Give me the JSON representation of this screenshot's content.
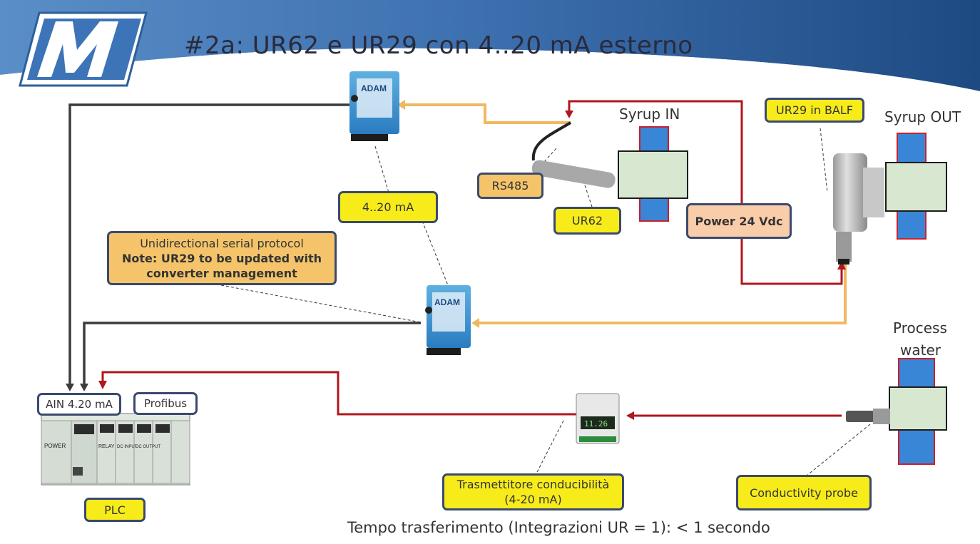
{
  "title": "#2a: UR62 e UR29 con 4..20 mA esterno",
  "labels": {
    "syrup_in": "Syrup IN",
    "syrup_out": "Syrup OUT",
    "ur29_balf": "UR29 in BALF",
    "rs485": "RS485",
    "ur62": "UR62",
    "power": "Power 24 Vdc",
    "ma_4_20": "4..20 mA",
    "protocol_line1": "Unidirectional serial protocol",
    "protocol_line2": "Note: UR29 to be updated with",
    "protocol_line3": "converter management",
    "ain": "AIN 4.20 mA",
    "profibus": "Profibus",
    "plc": "PLC",
    "process_water_1": "Process",
    "process_water_2": "water",
    "transmitter_line1": "Trasmettitore conducibilità",
    "transmitter_line2": "(4-20 mA)",
    "conductivity_probe": "Conductivity probe",
    "footer": "Tempo trasferimento (Integrazioni UR = 1): < 1 secondo"
  },
  "device_text": {
    "adam_brand": "ADAM",
    "display_value": "11.26",
    "plc_power": "POWER",
    "plc_relay": "RELAY",
    "plc_dcinput": "DC INPUT",
    "plc_dcoutput": "DC OUTPUT"
  },
  "colors": {
    "banner": "#2e5f9a",
    "wire_red": "#b0161e",
    "wire_orange": "#f0b860",
    "wire_dark": "#3c3c3c",
    "pipe_blue": "#3a86d6",
    "pipe_border": "#c8202e",
    "flange_green": "#d8e8d0",
    "label_yellow": "#f7ec1a",
    "label_orange": "#f5c46a",
    "label_peach": "#f9ccaa"
  }
}
